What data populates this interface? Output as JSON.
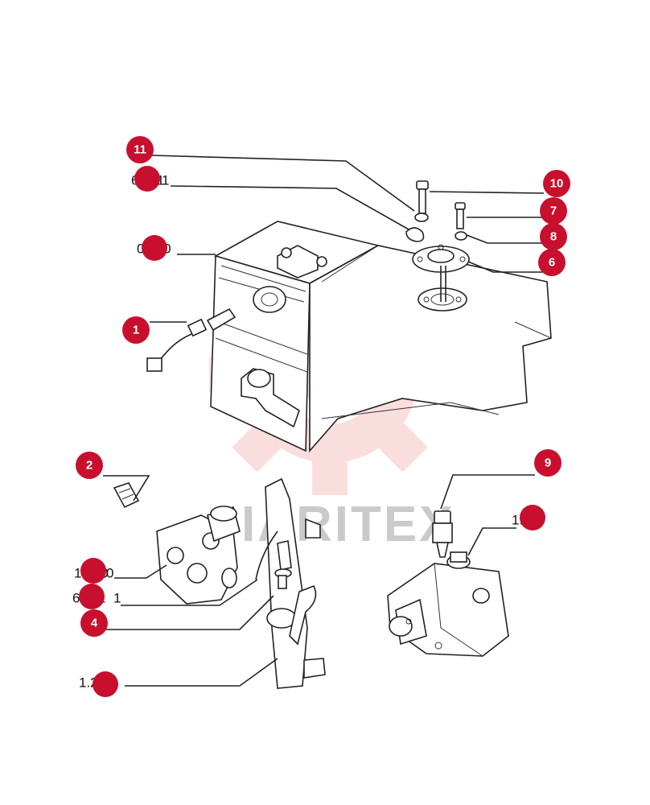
{
  "watermark_text": "IARITEX",
  "colors": {
    "badge": "#c8102e",
    "line": "#222222",
    "watermark_gear": "#e53935"
  },
  "callouts": [
    {
      "id": "11",
      "label": "11"
    },
    {
      "id": "10",
      "label": "10"
    },
    {
      "id": "7",
      "label": "7"
    },
    {
      "id": "8",
      "label": "8"
    },
    {
      "id": "6",
      "label": "6"
    },
    {
      "id": "1",
      "label": "1"
    },
    {
      "id": "2",
      "label": "2"
    },
    {
      "id": "9",
      "label": "9"
    },
    {
      "id": "4",
      "label": "4"
    }
  ],
  "ref_codes": [
    {
      "id": "r1",
      "prefix": "6.711",
      "suffix": "1"
    },
    {
      "id": "r2",
      "prefix": "0.510",
      "suffix": ""
    },
    {
      "id": "r3",
      "prefix": "1.200",
      "suffix": "0"
    },
    {
      "id": "r4",
      "prefix": "6.711",
      "suffix": "1"
    },
    {
      "id": "r5",
      "prefix": "1.211",
      "suffix": ""
    },
    {
      "id": "r6",
      "prefix": "1.277",
      "suffix": ""
    }
  ]
}
